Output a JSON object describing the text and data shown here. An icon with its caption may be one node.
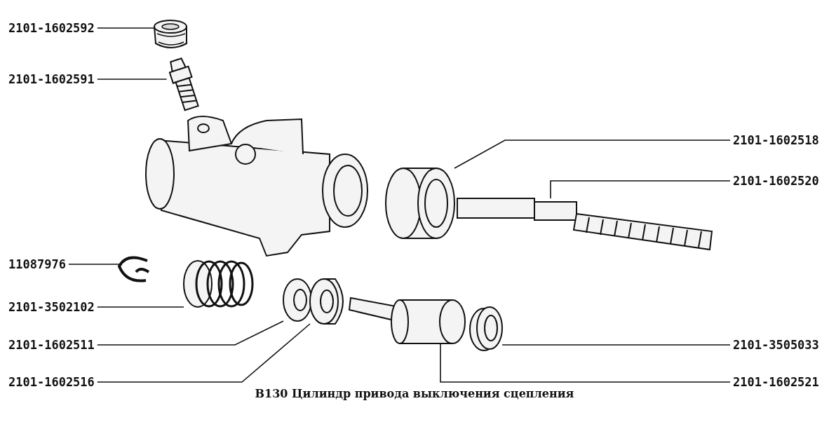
{
  "diagram": {
    "caption": "В130 Цилиндр привода выключения сцепления",
    "nodes": [
      {
        "text": [
          "2101-1602592"
        ]
      },
      {
        "text": [
          "2101-1602591"
        ]
      },
      {
        "text": [
          "11087976"
        ]
      },
      {
        "text": [
          "2101-3502102"
        ]
      },
      {
        "text": [
          "2101-1602511"
        ]
      },
      {
        "text": [
          "2101-1602516"
        ]
      },
      {
        "text": [
          "2101-1602518"
        ]
      },
      {
        "text": [
          "2101-1602520"
        ]
      },
      {
        "text": [
          "2101-3505033"
        ]
      },
      {
        "text": [
          "2101-1602521"
        ]
      },
      {
        "text": [],
        "shape": "picture"
      },
      {
        "text": [],
        "shape": "picture"
      },
      {
        "text": [],
        "shape": "picture"
      },
      {
        "text": [],
        "shape": "picture"
      },
      {
        "text": [],
        "shape": "picture"
      },
      {
        "text": [],
        "shape": "picture"
      },
      {
        "text": [],
        "shape": "picture"
      },
      {
        "text": [],
        "shape": "picture"
      },
      {
        "text": [],
        "shape": "picture"
      },
      {
        "text": [],
        "shape": "picture"
      }
    ],
    "edges": [
      {
        "from": 0,
        "to": 10,
        "arrow": "none"
      },
      {
        "from": 1,
        "to": 11,
        "arrow": "none"
      },
      {
        "from": 2,
        "to": 12,
        "arrow": "none"
      },
      {
        "from": 3,
        "to": 13,
        "arrow": "none"
      },
      {
        "from": 4,
        "to": 14,
        "arrow": "none"
      },
      {
        "from": 5,
        "to": 15,
        "arrow": "none"
      },
      {
        "from": 6,
        "to": 17,
        "arrow": "none"
      },
      {
        "from": 7,
        "to": 18,
        "arrow": "none"
      },
      {
        "from": 8,
        "to": 19,
        "arrow": "none"
      },
      {
        "from": 9,
        "to": 16,
        "arrow": "none"
      }
    ]
  }
}
